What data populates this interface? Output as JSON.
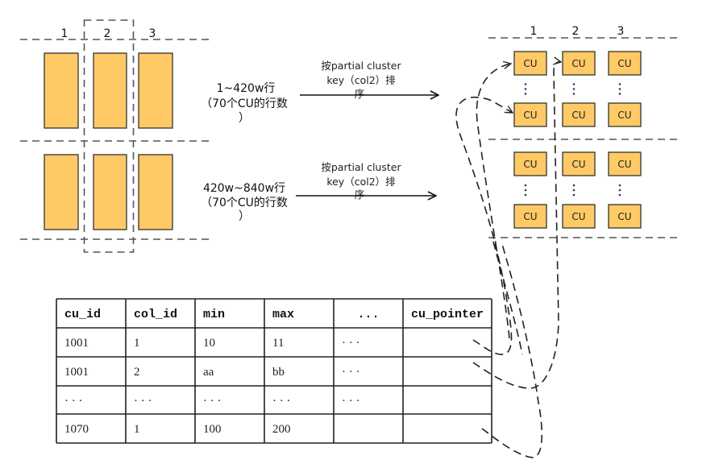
{
  "colors": {
    "cu_fill": "#ffca66",
    "border": "#333333",
    "dashed": "#555555",
    "text": "#111111",
    "dots": "#1f3a5f"
  },
  "left_panel": {
    "column_labels": [
      "1",
      "2",
      "3"
    ],
    "highlighted_column": "2",
    "groups": [
      {
        "bars": 3
      },
      {
        "bars": 3
      }
    ]
  },
  "middle": {
    "groups": [
      {
        "row_range": "1~420w行",
        "row_note": "（70个CU的行数",
        "row_note_close": "）",
        "arrow_label": [
          "按partial cluster",
          "key（col2）排",
          "序"
        ]
      },
      {
        "row_range": "420w~840w行",
        "row_note": "（70个CU的行数",
        "row_note_close": "）",
        "arrow_label": [
          "按partial cluster",
          "key（col2）排",
          "序"
        ]
      }
    ]
  },
  "right_panel": {
    "column_labels": [
      "1",
      "2",
      "3"
    ],
    "cu_label": "CU",
    "ellipsis_glyph": "⋮",
    "groups": [
      {
        "rows": [
          "CU",
          "CU"
        ]
      },
      {
        "rows": [
          "CU",
          "CU"
        ]
      }
    ]
  },
  "table": {
    "headers": [
      "cu_id",
      "col_id",
      "min",
      "max",
      "...",
      "cu_pointer"
    ],
    "rows": [
      [
        "1001",
        "1",
        "10",
        "11",
        "...",
        ""
      ],
      [
        "1001",
        "2",
        "aa",
        "bb",
        "...",
        ""
      ],
      [
        "...",
        "...",
        "...",
        "...",
        "...",
        ""
      ],
      [
        "1070",
        "1",
        "100",
        "200",
        "",
        ""
      ]
    ]
  }
}
